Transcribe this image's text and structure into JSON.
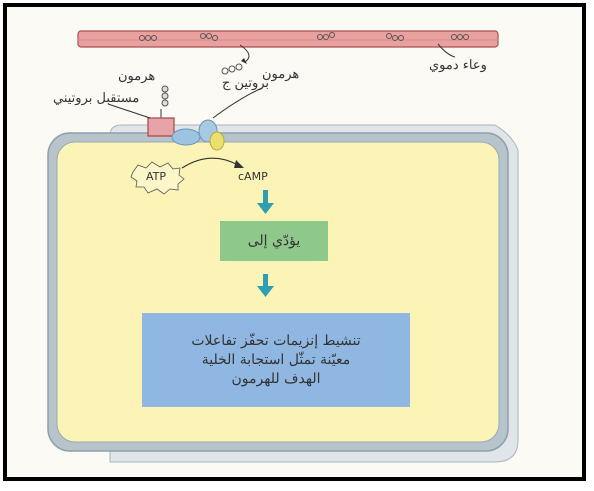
{
  "labels": {
    "hormone_top": "هرمون",
    "hormone_mid": "هرمون",
    "blood_vessel": "وعاء دموي",
    "receptor": "مستقبل بروتيني",
    "g_protein": "بروتين ج",
    "atp": "ATP",
    "camp": "cAMP",
    "leads_to": "يؤدّي إلى",
    "result_line1": "تنشيط إنزيمات تحفّز تفاعلات",
    "result_line2": "معيّنة تمثّل استجابة الخلية",
    "result_line3": "الهدف للهرمون"
  },
  "colors": {
    "vessel": "#e9a1a0",
    "cell_fill": "#fbf4b6",
    "membrane": "#b7c4cc",
    "box_green": "#8fc88b",
    "box_blue": "#8fb7e2",
    "arrow": "#2e9fb2",
    "receptor": "#e6a3a8"
  }
}
